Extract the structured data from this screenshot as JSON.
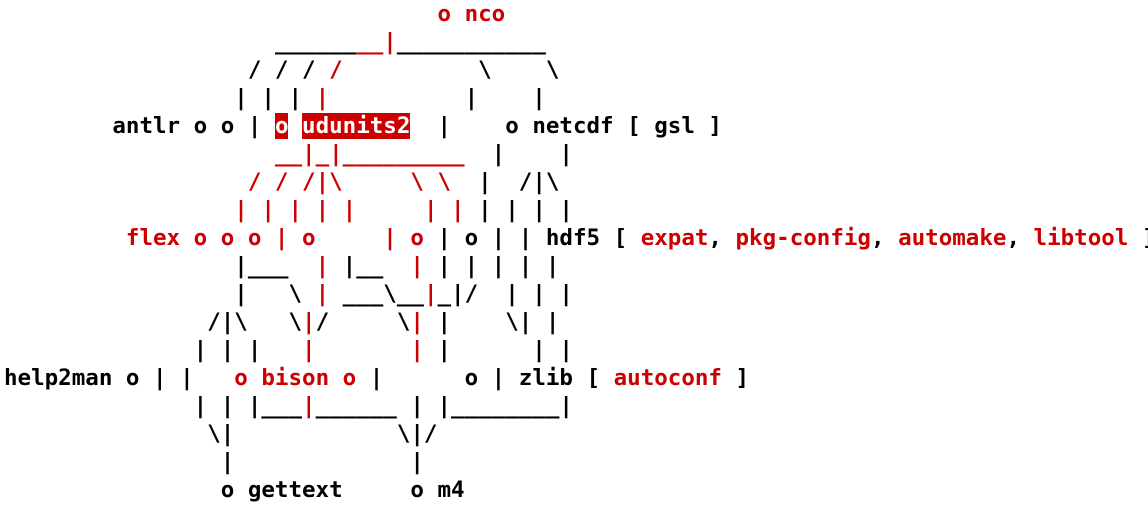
{
  "colors": {
    "text": "#000000",
    "red": "#cc0000",
    "highlight_bg": "#cc0000",
    "highlight_fg": "#ffffff",
    "background": "#ffffff"
  },
  "diagram": {
    "nodes": [
      {
        "name": "nco",
        "color": "red"
      },
      {
        "name": "antlr",
        "color": "black"
      },
      {
        "name": "udunits2",
        "color": "red",
        "highlighted": true
      },
      {
        "name": "netcdf",
        "color": "black",
        "optional_deps": [
          "gsl"
        ]
      },
      {
        "name": "flex",
        "color": "red"
      },
      {
        "name": "hdf5",
        "color": "black",
        "optional_deps": [
          "expat",
          "pkg-config",
          "automake",
          "libtool"
        ]
      },
      {
        "name": "help2man",
        "color": "black"
      },
      {
        "name": "bison",
        "color": "red"
      },
      {
        "name": "zlib",
        "color": "black",
        "optional_deps": [
          "autoconf"
        ]
      },
      {
        "name": "gettext",
        "color": "black"
      },
      {
        "name": "m4",
        "color": "black"
      }
    ],
    "lines": [
      [
        [
          "                                ",
          "k"
        ],
        [
          "o nco",
          "r"
        ]
      ],
      [
        [
          "                    ",
          "k"
        ],
        [
          "______",
          "k"
        ],
        [
          "__|",
          "r"
        ],
        [
          "___________",
          "k"
        ]
      ],
      [
        [
          "                  / / / ",
          "k"
        ],
        [
          "/",
          "r"
        ],
        [
          "          \\    \\",
          "k"
        ]
      ],
      [
        [
          "                 | | | ",
          "k"
        ],
        [
          "|",
          "r"
        ],
        [
          "          |    |",
          "k"
        ]
      ],
      [
        [
          "        antlr o o | ",
          "k"
        ],
        [
          "o",
          "hl"
        ],
        [
          " ",
          "k"
        ],
        [
          "udunits2",
          "hl"
        ],
        [
          "  |    o netcdf [ gsl ]",
          "k"
        ]
      ],
      [
        [
          "                    ",
          "k"
        ],
        [
          "__|_|_________",
          "r"
        ],
        [
          "  |    |",
          "k"
        ]
      ],
      [
        [
          "                  ",
          "k"
        ],
        [
          "/ / /|\\     \\ \\",
          "r"
        ],
        [
          "  |  /|\\",
          "k"
        ]
      ],
      [
        [
          "                 ",
          "k"
        ],
        [
          "| | | | |     | |",
          "r"
        ],
        [
          " | | | |",
          "k"
        ]
      ],
      [
        [
          "         ",
          "k"
        ],
        [
          "flex o o o | o     | o",
          "r"
        ],
        [
          " | o | | hdf5 [ ",
          "k"
        ],
        [
          "expat",
          "r"
        ],
        [
          ", ",
          "k"
        ],
        [
          "pkg-config",
          "r"
        ],
        [
          ", ",
          "k"
        ],
        [
          "automake",
          "r"
        ],
        [
          ", ",
          "k"
        ],
        [
          "libtool",
          "r"
        ],
        [
          " ]",
          "k"
        ]
      ],
      [
        [
          "                 |___  ",
          "k"
        ],
        [
          "|",
          "r"
        ],
        [
          " |__  ",
          "k"
        ],
        [
          "|",
          "r"
        ],
        [
          " | | | | |",
          "k"
        ]
      ],
      [
        [
          "                 |   \\ ",
          "k"
        ],
        [
          "|",
          "r"
        ],
        [
          " ___\\__",
          "k"
        ],
        [
          "|",
          "r"
        ],
        [
          "_|/  | | |",
          "k"
        ]
      ],
      [
        [
          "               /|\\   \\",
          "k"
        ],
        [
          "|",
          "r"
        ],
        [
          "/     \\",
          "k"
        ],
        [
          "|",
          "r"
        ],
        [
          " |    \\| |",
          "k"
        ]
      ],
      [
        [
          "              | | |   ",
          "k"
        ],
        [
          "|",
          "r"
        ],
        [
          "       ",
          "k"
        ],
        [
          "|",
          "r"
        ],
        [
          " |      | |",
          "k"
        ]
      ],
      [
        [
          "help2man o | |   ",
          "k"
        ],
        [
          "o bison o",
          "r"
        ],
        [
          " |      o | zlib [ ",
          "k"
        ],
        [
          "autoconf",
          "r"
        ],
        [
          " ]",
          "k"
        ]
      ],
      [
        [
          "              | | |___",
          "k"
        ],
        [
          "|",
          "r"
        ],
        [
          "______ | |________|",
          "k"
        ]
      ],
      [
        [
          "               \\|            \\|/",
          "k"
        ]
      ],
      [
        [
          "                |             |",
          "k"
        ]
      ],
      [
        [
          "                o gettext     o m4",
          "k"
        ]
      ]
    ]
  }
}
